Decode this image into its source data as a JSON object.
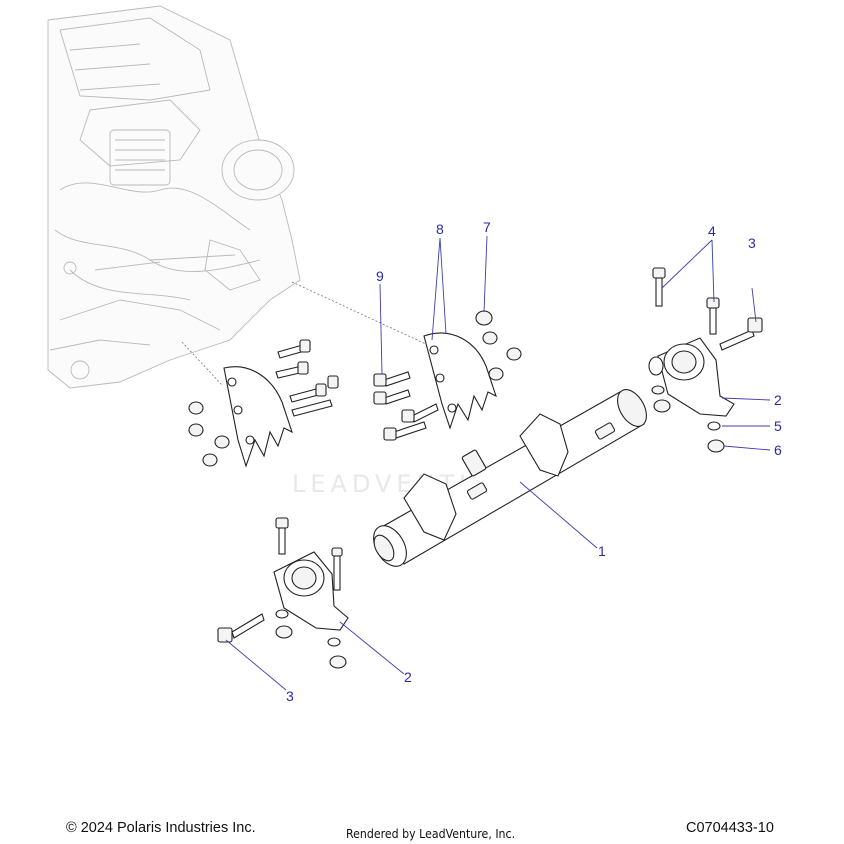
{
  "diagram": {
    "callouts": [
      {
        "id": "c1",
        "label": "1"
      },
      {
        "id": "c2a",
        "label": "2"
      },
      {
        "id": "c2b",
        "label": "2"
      },
      {
        "id": "c3a",
        "label": "3"
      },
      {
        "id": "c3b",
        "label": "3"
      },
      {
        "id": "c4",
        "label": "4"
      },
      {
        "id": "c5",
        "label": "5"
      },
      {
        "id": "c6",
        "label": "6"
      },
      {
        "id": "c7",
        "label": "7"
      },
      {
        "id": "c8",
        "label": "8"
      },
      {
        "id": "c9",
        "label": "9"
      }
    ],
    "watermark": "LEADVENTURE",
    "callout_color": "#2a2aa8"
  },
  "footer": {
    "copyright": "© 2024 Polaris Industries Inc.",
    "rendered_by": "Rendered by LeadVenture, Inc.",
    "figure_id": "C0704433-10"
  }
}
